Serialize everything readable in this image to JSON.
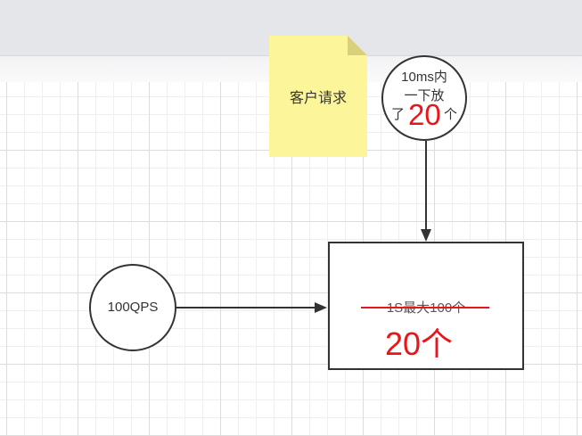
{
  "note": {
    "text": "客户请求"
  },
  "burst_node": {
    "line1": "10ms内",
    "line2": "一下放",
    "line3": "了",
    "line3_end": "个",
    "overwrite": "20"
  },
  "qps_node": {
    "text": "100QPS"
  },
  "limit_box": {
    "struck_text": "1S最大100个",
    "new_text": "20个"
  },
  "colors": {
    "annotation": "#e8151b",
    "stroke": "#333333",
    "note_fill": "#fdf59a"
  }
}
